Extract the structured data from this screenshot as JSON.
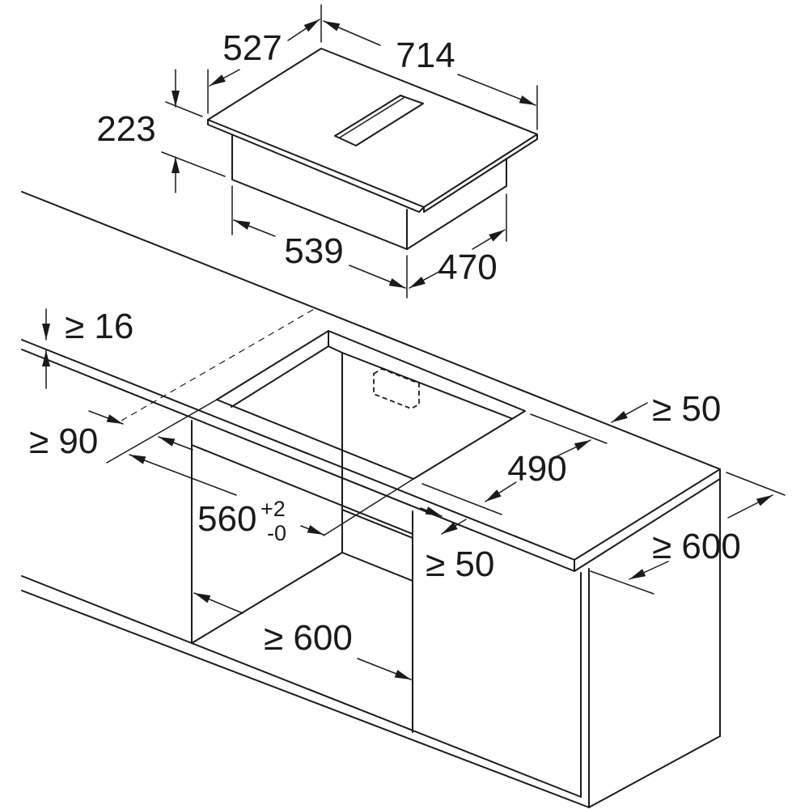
{
  "product": {
    "width": "714",
    "depth": "527",
    "height": "223",
    "body_width": "539",
    "body_depth": "470"
  },
  "cutout": {
    "worktop_thickness": "≥ 16",
    "front_gap": "≥ 90",
    "width": "560",
    "width_tol_plus": "+2",
    "width_tol_minus": "-0",
    "depth": "490",
    "rear_gap": "≥ 50",
    "side_gap": "≥ 50",
    "worktop_depth": "≥ 600",
    "cabinet_width": "≥ 600"
  },
  "colors": {
    "line": "#1a1a1a",
    "background": "#ffffff"
  }
}
